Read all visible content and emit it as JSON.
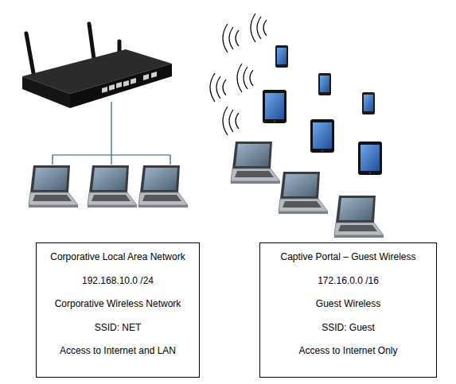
{
  "diagram": {
    "nodes": [
      {
        "text": [
          "Corporative Local Area Network",
          "192.168.10.0 /24",
          "Corporative Wireless Network",
          "SSID: NET",
          "Access to Internet and LAN"
        ]
      },
      {
        "text": [
          "Captive Portal – Guest Wireless",
          "172.16.0.0 /16",
          "Guest Wireless",
          "SSID: Guest",
          "Access to Internet Only"
        ]
      }
    ]
  }
}
